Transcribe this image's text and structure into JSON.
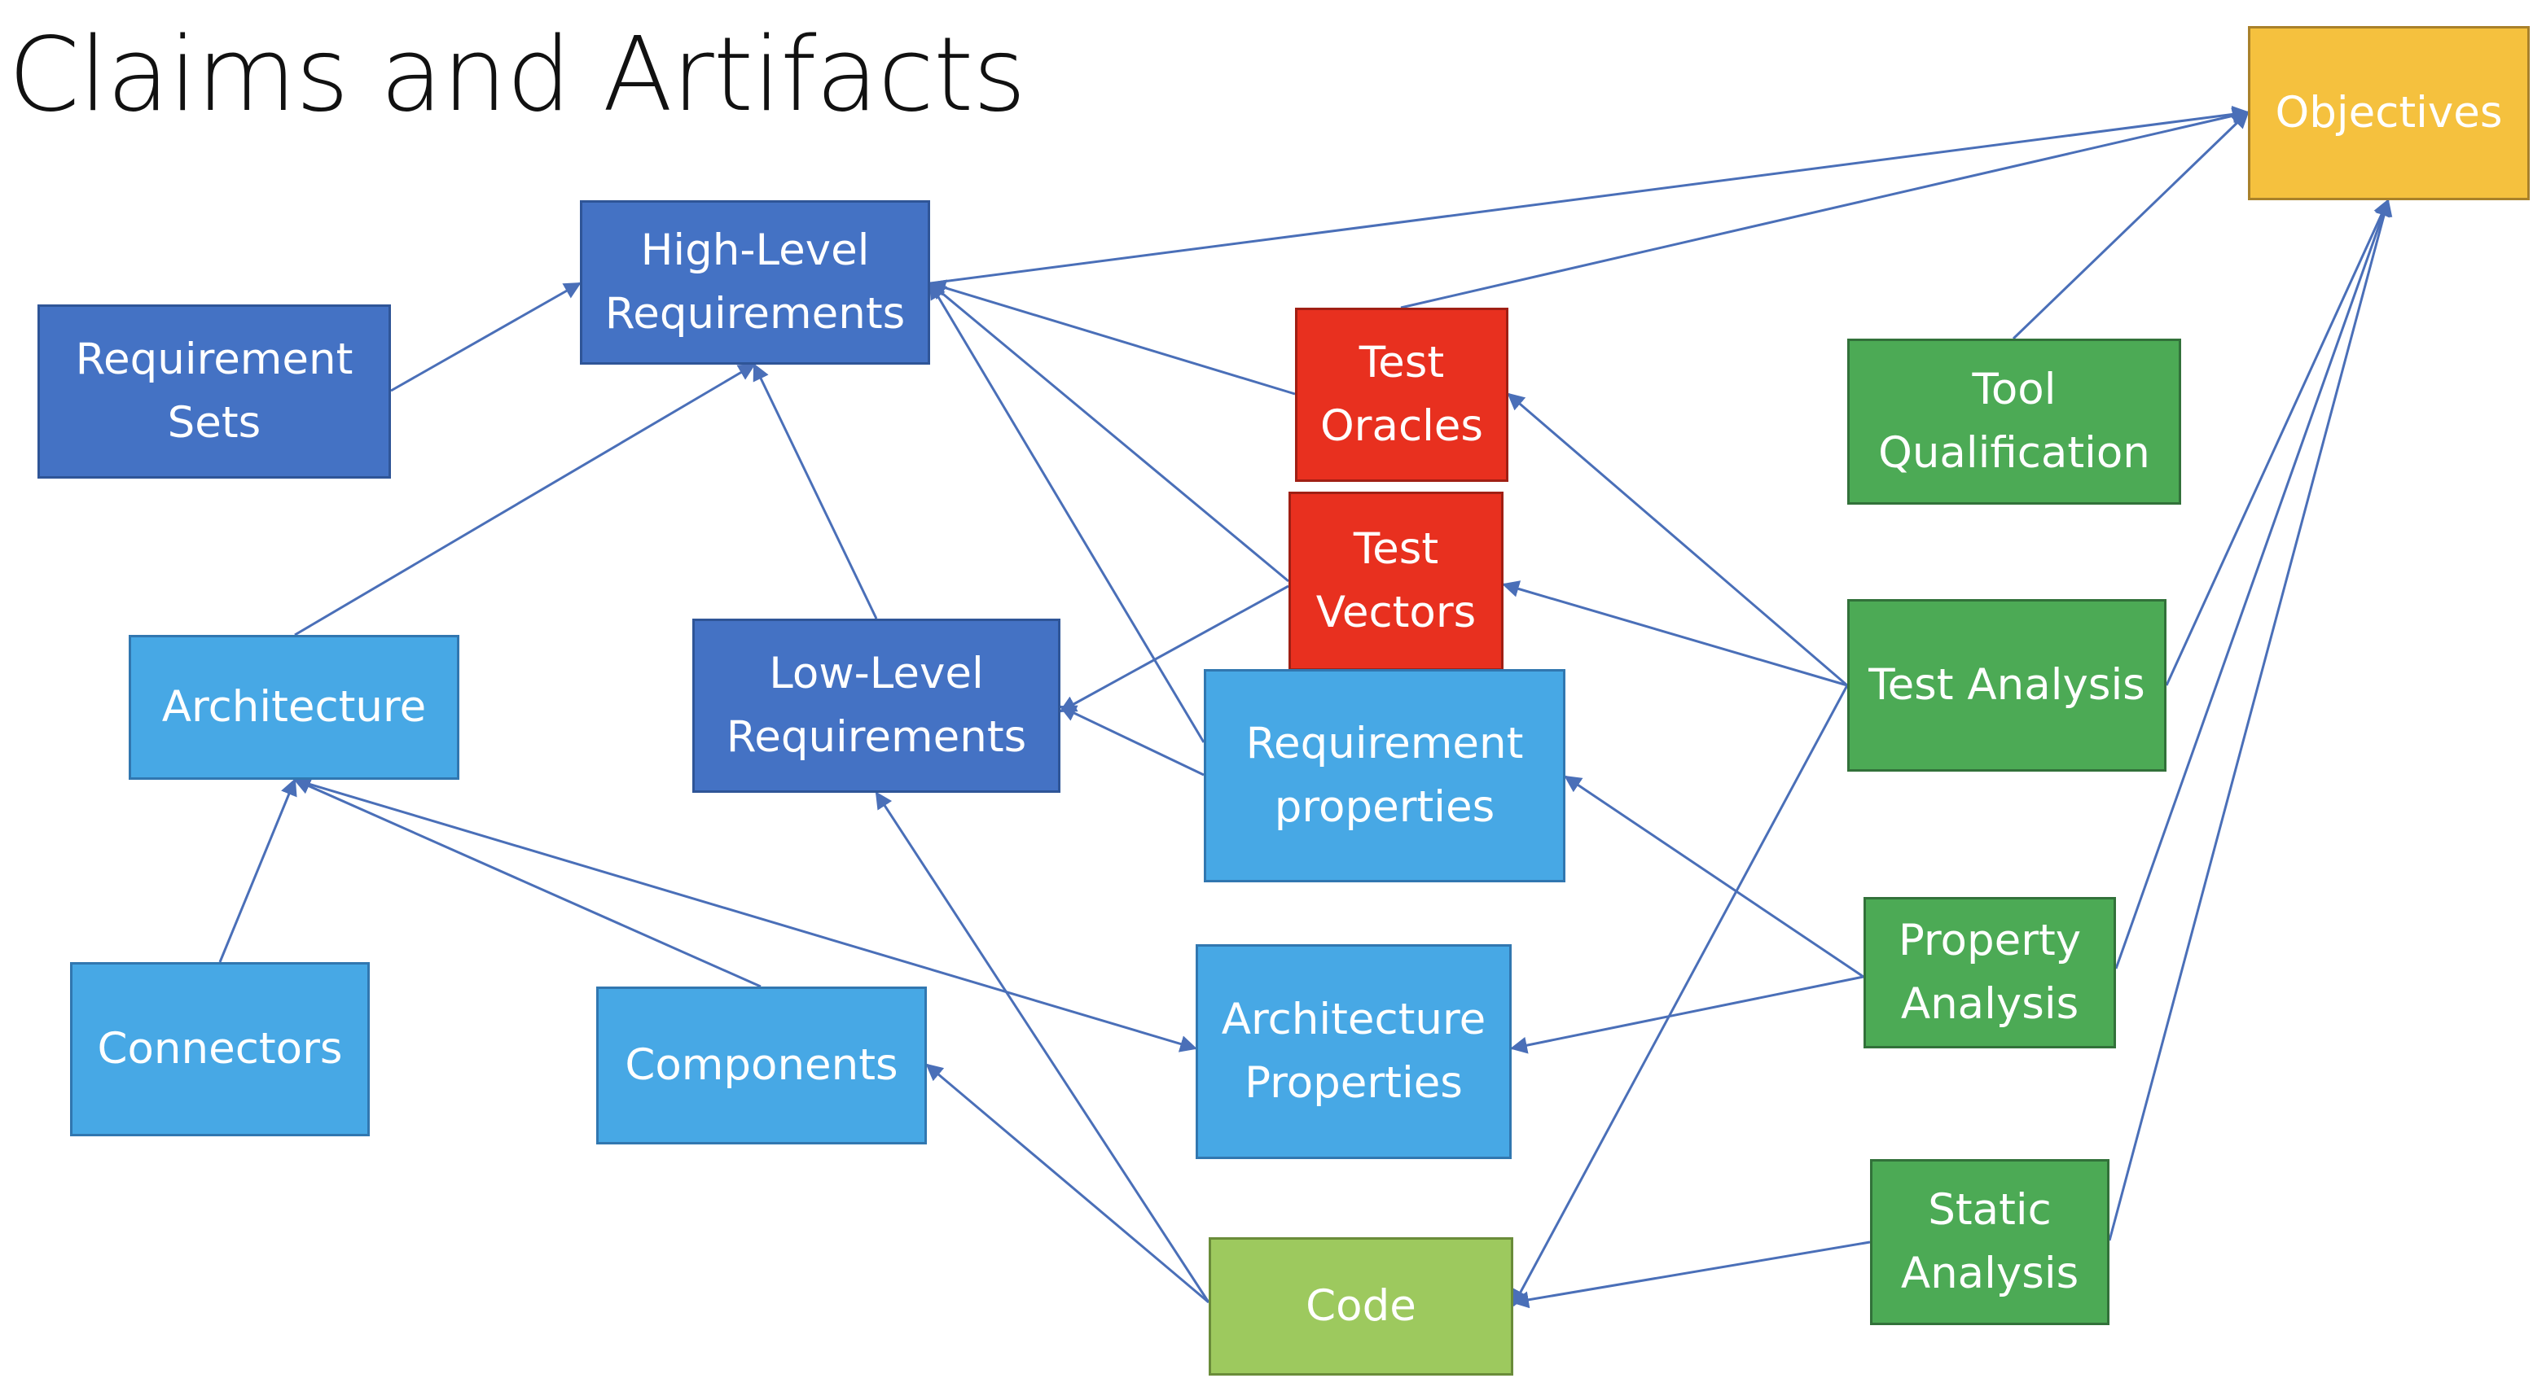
{
  "title": "Claims and Artifacts",
  "colors": {
    "dark_blue": "#4472c4",
    "light_blue": "#47a8e5",
    "red": "#e8301f",
    "green": "#4caa55",
    "lime": "#9dc95e",
    "gold": "#f5c13e",
    "edge": "#4a6fb8"
  },
  "nodes": {
    "objectives": "Objectives",
    "high_level_requirements": "High-Level\nRequirements",
    "requirement_sets": "Requirement\nSets",
    "test_oracles": "Test\nOracles",
    "tool_qualification": "Tool\nQualification",
    "test_vectors": "Test\nVectors",
    "architecture": "Architecture",
    "low_level_requirements": "Low-Level\nRequirements",
    "requirement_properties": "Requirement\nproperties",
    "test_analysis": "Test Analysis",
    "property_analysis": "Property\nAnalysis",
    "connectors": "Connectors",
    "components": "Components",
    "architecture_properties": "Architecture\nProperties",
    "static_analysis": "Static\nAnalysis",
    "code": "Code"
  },
  "edges": [
    [
      "requirement_sets",
      "high_level_requirements"
    ],
    [
      "architecture",
      "high_level_requirements"
    ],
    [
      "low_level_requirements",
      "high_level_requirements"
    ],
    [
      "high_level_requirements",
      "objectives"
    ],
    [
      "test_oracles",
      "high_level_requirements"
    ],
    [
      "test_vectors",
      "high_level_requirements"
    ],
    [
      "requirement_properties",
      "high_level_requirements"
    ],
    [
      "test_oracles",
      "objectives"
    ],
    [
      "tool_qualification",
      "objectives"
    ],
    [
      "test_analysis",
      "objectives"
    ],
    [
      "property_analysis",
      "objectives"
    ],
    [
      "static_analysis",
      "objectives"
    ],
    [
      "test_vectors",
      "low_level_requirements"
    ],
    [
      "requirement_properties",
      "low_level_requirements"
    ],
    [
      "test_analysis",
      "test_oracles"
    ],
    [
      "test_analysis",
      "test_vectors"
    ],
    [
      "test_analysis",
      "code"
    ],
    [
      "property_analysis",
      "requirement_properties"
    ],
    [
      "property_analysis",
      "architecture_properties"
    ],
    [
      "static_analysis",
      "code"
    ],
    [
      "connectors",
      "architecture"
    ],
    [
      "components",
      "architecture"
    ],
    [
      "architecture",
      "architecture_properties"
    ],
    [
      "code",
      "components"
    ],
    [
      "code",
      "low_level_requirements"
    ]
  ]
}
